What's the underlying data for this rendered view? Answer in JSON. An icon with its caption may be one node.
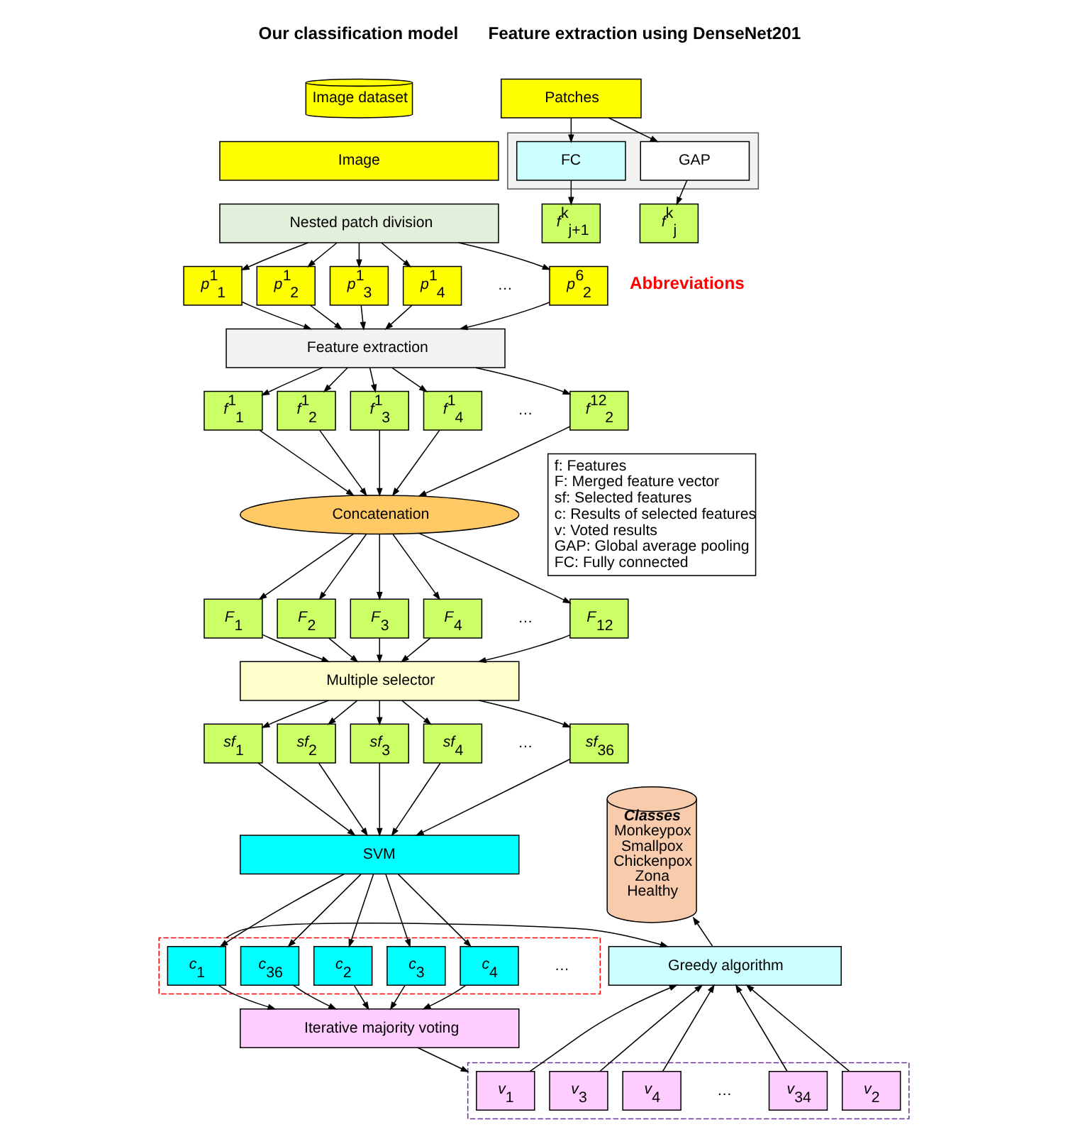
{
  "diagram": {
    "nodes": [
      {
        "text": [
          "Image dataset"
        ]
      },
      {
        "text": [
          "Image"
        ]
      },
      {
        "text": [
          "Nested patch division"
        ]
      },
      {
        "text": [
          "*p*$^{1}$$_{1}$"
        ]
      },
      {
        "text": [
          "*p*$^{1}$$_{2}$"
        ]
      },
      {
        "text": [
          "*p*$^{1}$$_{3}$"
        ]
      },
      {
        "text": [
          "*p*$^{1}$$_{4}$"
        ]
      },
      {
        "text": [
          "*p*$^{6}$$_{2}$"
        ]
      },
      {
        "text": [
          "Feature extraction"
        ]
      },
      {
        "text": [
          "*f*$^{1}$$_{1}$"
        ]
      },
      {
        "text": [
          "*f*$^{1}$$_{2}$"
        ]
      },
      {
        "text": [
          "*f*$^{1}$$_{3}$"
        ]
      },
      {
        "text": [
          "*f*$^{1}$$_{4}$"
        ]
      },
      {
        "text": [
          "*f*$^{12}$$_{2}$"
        ]
      },
      {
        "text": [
          "Concatenation"
        ]
      },
      {
        "text": [
          "*F*$_{1}$"
        ]
      },
      {
        "text": [
          "*F*$_{2}$"
        ]
      },
      {
        "text": [
          "*F*$_{3}$"
        ]
      },
      {
        "text": [
          "*F*$_{4}$"
        ]
      },
      {
        "text": [
          "*F*$_{12}$"
        ]
      },
      {
        "text": [
          "Multiple selector"
        ]
      },
      {
        "text": [
          "*sf*$_{1}$"
        ]
      },
      {
        "text": [
          "*sf*$_{2}$"
        ]
      },
      {
        "text": [
          "*sf*$_{3}$"
        ]
      },
      {
        "text": [
          "*sf*$_{4}$"
        ]
      },
      {
        "text": [
          "*sf*$_{36}$"
        ]
      },
      {
        "text": [
          "SVM"
        ]
      },
      {
        "text": [],
        "shape": "box"
      },
      {
        "text": [
          "*c*$_{1}$"
        ],
        "in": 27
      },
      {
        "text": [
          "*c*$_{2}$"
        ],
        "in": 27
      },
      {
        "text": [
          "*c*$_{3}$"
        ],
        "in": 27
      },
      {
        "text": [
          "*c*$_{4}$"
        ],
        "in": 27
      },
      {
        "text": [
          "*c*$_{36}$"
        ],
        "in": 27
      },
      {
        "text": [
          "Iterative majority voting"
        ]
      },
      {
        "text": [],
        "shape": "box"
      },
      {
        "text": [
          "*v*$_{1}$"
        ],
        "in": 34
      },
      {
        "text": [
          "*v*$_{2}$"
        ],
        "in": 34
      },
      {
        "text": [
          "*v*$_{3}$"
        ],
        "in": 34
      },
      {
        "text": [
          "*v*$_{4}$"
        ],
        "in": 34
      },
      {
        "text": [
          "*v*$_{34}$"
        ],
        "in": 34
      },
      {
        "text": [
          "*f*$^{k}$$_{j}$"
        ]
      },
      {
        "text": [
          "*f*$^{k}$$_{j+1}$"
        ]
      },
      {
        "text": [],
        "shape": "box"
      },
      {
        "text": [
          "GAP"
        ],
        "in": 42
      },
      {
        "text": [
          "FC"
        ],
        "in": 42
      },
      {
        "text": [
          "Patches"
        ]
      },
      {
        "text": [
          "f: Features",
          "F: Merged feature vector",
          "sf: Selected features",
          "c: Results of selected features",
          "v: Voted results",
          "GAP: Global average pooling",
          "FC: Fully connected"
        ]
      },
      {
        "text": [
          "Classes",
          "Monkeypox",
          "Smallpox",
          "Chickenpox",
          "Zona",
          "Healthy"
        ]
      },
      {
        "text": [
          "Greedy algorithm"
        ]
      }
    ],
    "edges": [
      {
        "from": 2,
        "to": 3,
        "arrow": "to"
      },
      {
        "from": 2,
        "to": 4,
        "arrow": "to"
      },
      {
        "from": 2,
        "to": 5,
        "arrow": "to"
      },
      {
        "from": 2,
        "to": 6,
        "arrow": "to"
      },
      {
        "from": 2,
        "to": 7,
        "arrow": "to"
      },
      {
        "from": 3,
        "to": 8,
        "arrow": "to"
      },
      {
        "from": 4,
        "to": 8,
        "arrow": "to"
      },
      {
        "from": 5,
        "to": 8,
        "arrow": "to"
      },
      {
        "from": 6,
        "to": 8,
        "arrow": "to"
      },
      {
        "from": 7,
        "to": 8,
        "arrow": "to"
      },
      {
        "from": 8,
        "to": 9,
        "arrow": "to"
      },
      {
        "from": 8,
        "to": 10,
        "arrow": "to"
      },
      {
        "from": 8,
        "to": 11,
        "arrow": "to"
      },
      {
        "from": 8,
        "to": 12,
        "arrow": "to"
      },
      {
        "from": 8,
        "to": 13,
        "arrow": "to"
      },
      {
        "from": 9,
        "to": 14,
        "arrow": "to"
      },
      {
        "from": 10,
        "to": 14,
        "arrow": "to"
      },
      {
        "from": 11,
        "to": 14,
        "arrow": "to"
      },
      {
        "from": 12,
        "to": 14,
        "arrow": "to"
      },
      {
        "from": 13,
        "to": 14,
        "arrow": "to"
      },
      {
        "from": 14,
        "to": 15,
        "arrow": "to"
      },
      {
        "from": 14,
        "to": 16,
        "arrow": "to"
      },
      {
        "from": 14,
        "to": 17,
        "arrow": "to"
      },
      {
        "from": 14,
        "to": 18,
        "arrow": "to"
      },
      {
        "from": 14,
        "to": 19,
        "arrow": "to"
      },
      {
        "from": 15,
        "to": 20,
        "arrow": "to"
      },
      {
        "from": 16,
        "to": 20,
        "arrow": "to"
      },
      {
        "from": 17,
        "to": 20,
        "arrow": "to"
      },
      {
        "from": 18,
        "to": 20,
        "arrow": "to"
      },
      {
        "from": 19,
        "to": 20,
        "arrow": "to"
      },
      {
        "from": 20,
        "to": 21,
        "arrow": "to"
      },
      {
        "from": 20,
        "to": 22,
        "arrow": "to"
      },
      {
        "from": 20,
        "to": 23,
        "arrow": "to"
      },
      {
        "from": 20,
        "to": 24,
        "arrow": "to"
      },
      {
        "from": 20,
        "to": 25,
        "arrow": "to"
      },
      {
        "from": 21,
        "to": 26,
        "arrow": "to"
      },
      {
        "from": 22,
        "to": 26,
        "arrow": "to"
      },
      {
        "from": 23,
        "to": 26,
        "arrow": "to"
      },
      {
        "from": 24,
        "to": 26,
        "arrow": "to"
      },
      {
        "from": 25,
        "to": 26,
        "arrow": "to"
      },
      {
        "from": 26,
        "to": 28,
        "arrow": "to"
      },
      {
        "from": 26,
        "to": 29,
        "arrow": "to"
      },
      {
        "from": 26,
        "to": 30,
        "arrow": "to"
      },
      {
        "from": 26,
        "to": 31,
        "arrow": "to"
      },
      {
        "from": 26,
        "to": 32,
        "arrow": "to"
      },
      {
        "from": 28,
        "to": 33,
        "arrow": "to"
      },
      {
        "from": 29,
        "to": 33,
        "arrow": "to"
      },
      {
        "from": 30,
        "to": 33,
        "arrow": "to"
      },
      {
        "from": 31,
        "to": 33,
        "arrow": "to"
      },
      {
        "from": 32,
        "to": 33,
        "arrow": "to"
      },
      {
        "from": 27,
        "to": 48,
        "arrow": "to"
      },
      {
        "from": 33,
        "to": 34,
        "arrow": "to"
      },
      {
        "from": 35,
        "to": 48,
        "arrow": "to"
      },
      {
        "from": 36,
        "to": 48,
        "arrow": "to"
      },
      {
        "from": 37,
        "to": 48,
        "arrow": "to"
      },
      {
        "from": 38,
        "to": 48,
        "arrow": "to"
      },
      {
        "from": 39,
        "to": 48,
        "arrow": "to"
      },
      {
        "from": 48,
        "to": 47,
        "arrow": "to"
      },
      {
        "from": 45,
        "to": 43,
        "arrow": "to"
      },
      {
        "from": 45,
        "to": 44,
        "arrow": "to"
      },
      {
        "from": 43,
        "to": 40,
        "arrow": "to"
      },
      {
        "from": 44,
        "to": 41,
        "arrow": "to"
      }
    ],
    "labels": [
      "Our classification model",
      "Feature extraction using DenseNet201",
      "…",
      "…",
      "Abbreviations",
      "…",
      "…",
      "…",
      "…"
    ]
  }
}
